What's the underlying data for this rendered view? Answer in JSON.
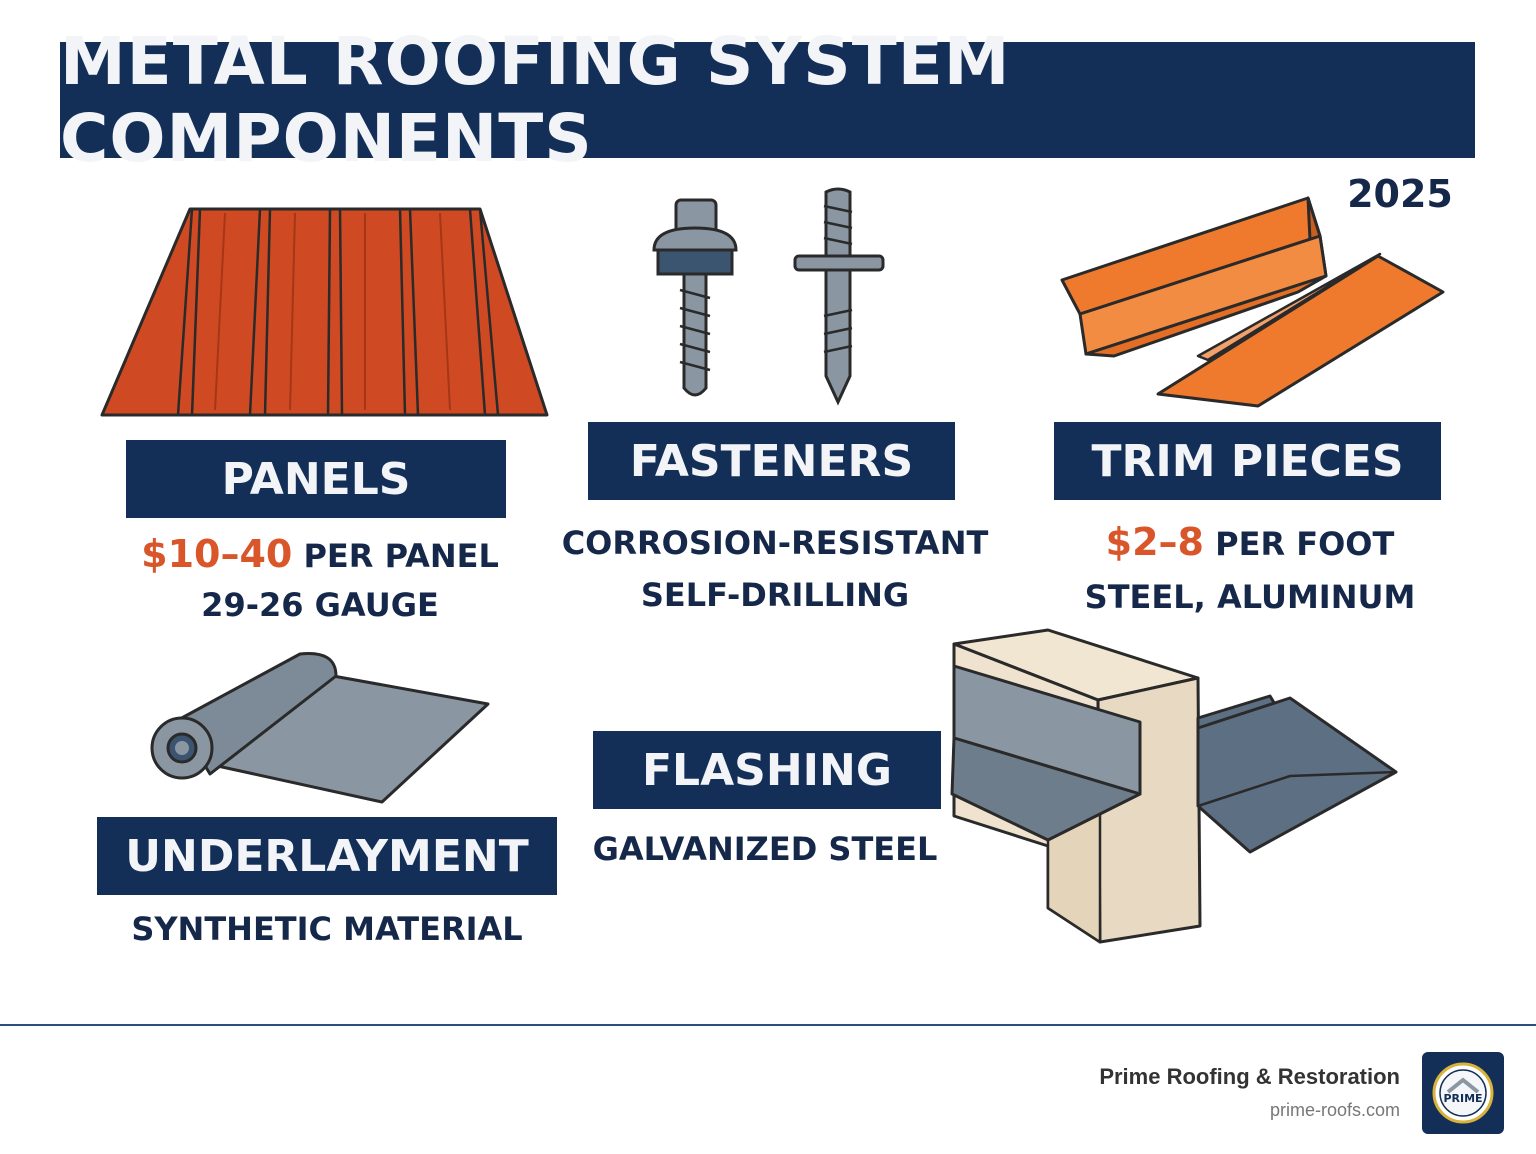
{
  "title": "METAL ROOFING SYSTEM COMPONENTS",
  "year": "2025",
  "components": {
    "panels": {
      "label": "PANELS",
      "price": "$10–40",
      "price_suffix": " PER PANEL",
      "detail": "29-26 GAUGE"
    },
    "fasteners": {
      "label": "FASTENERS",
      "line1": "CORROSION-RESISTANT",
      "line2": "SELF-DRILLING"
    },
    "trim": {
      "label": "TRIM PIECES",
      "price": "$2–8",
      "price_suffix": " PER FOOT",
      "detail": "STEEL, ALUMINUM"
    },
    "underlayment": {
      "label": "UNDERLAYMENT",
      "detail": "SYNTHETIC MATERIAL"
    },
    "flashing": {
      "label": "FLASHING",
      "detail": "GALVANIZED STEEL"
    }
  },
  "footer": {
    "company": "Prime Roofing & Restoration",
    "url": "prime-roofs.com",
    "logo_text": "PRIME"
  },
  "colors": {
    "navy": "#132f57",
    "accent_orange": "#d9552a",
    "panel_red": "#cf4a22",
    "trim_orange": "#ef7a2e",
    "metal_gray": "#8a97a3",
    "wall_beige": "#efe3cf"
  }
}
